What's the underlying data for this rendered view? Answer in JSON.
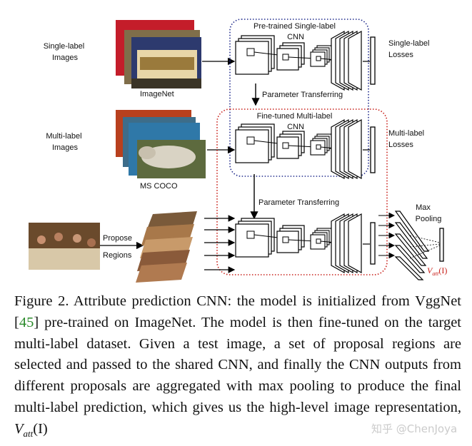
{
  "figure": {
    "labels": {
      "single_label_images": [
        "Single-label",
        "Images"
      ],
      "multi_label_images": [
        "Multi-label",
        "Images"
      ],
      "imagenet": "ImageNet",
      "ms_coco": "MS COCO",
      "pretrained_cnn": [
        "Pre-trained Single-label",
        "CNN"
      ],
      "finetuned_cnn": [
        "Fine-tuned Multi-label",
        "CNN"
      ],
      "param_transfer_1": "Parameter Transferring",
      "param_transfer_2": "Parameter Transferring",
      "single_label_losses": [
        "Single-label",
        "Losses"
      ],
      "multi_label_losses": [
        "Multi-label",
        "Losses"
      ],
      "propose_regions": [
        "Propose",
        "Regions"
      ],
      "max_pooling": [
        "Max",
        "Pooling"
      ],
      "vatt": "V",
      "vatt_sub": "att",
      "vatt_arg": "(I)"
    },
    "colors": {
      "blue_dotted": "#1f2a8c",
      "red_dotted": "#c8201a",
      "vatt_red": "#c8201a"
    }
  },
  "caption": {
    "part1": "Figure 2. Attribute prediction CNN: the model is initialized from VggNet [",
    "ref": "45",
    "part2": "] pre-trained on ImageNet.  The model is then fine-tuned on the target multi-label dataset.  Given a test image, a set of proposal regions are selected and passed to the shared CNN, and finally the CNN outputs from different proposals are aggregated with max pooling to produce the final multi-label prediction, which gives us the high-level image representation, ",
    "math": "V",
    "math_sub": "att",
    "math_arg": "(I)"
  },
  "watermark": "知乎 @ChenJoya"
}
